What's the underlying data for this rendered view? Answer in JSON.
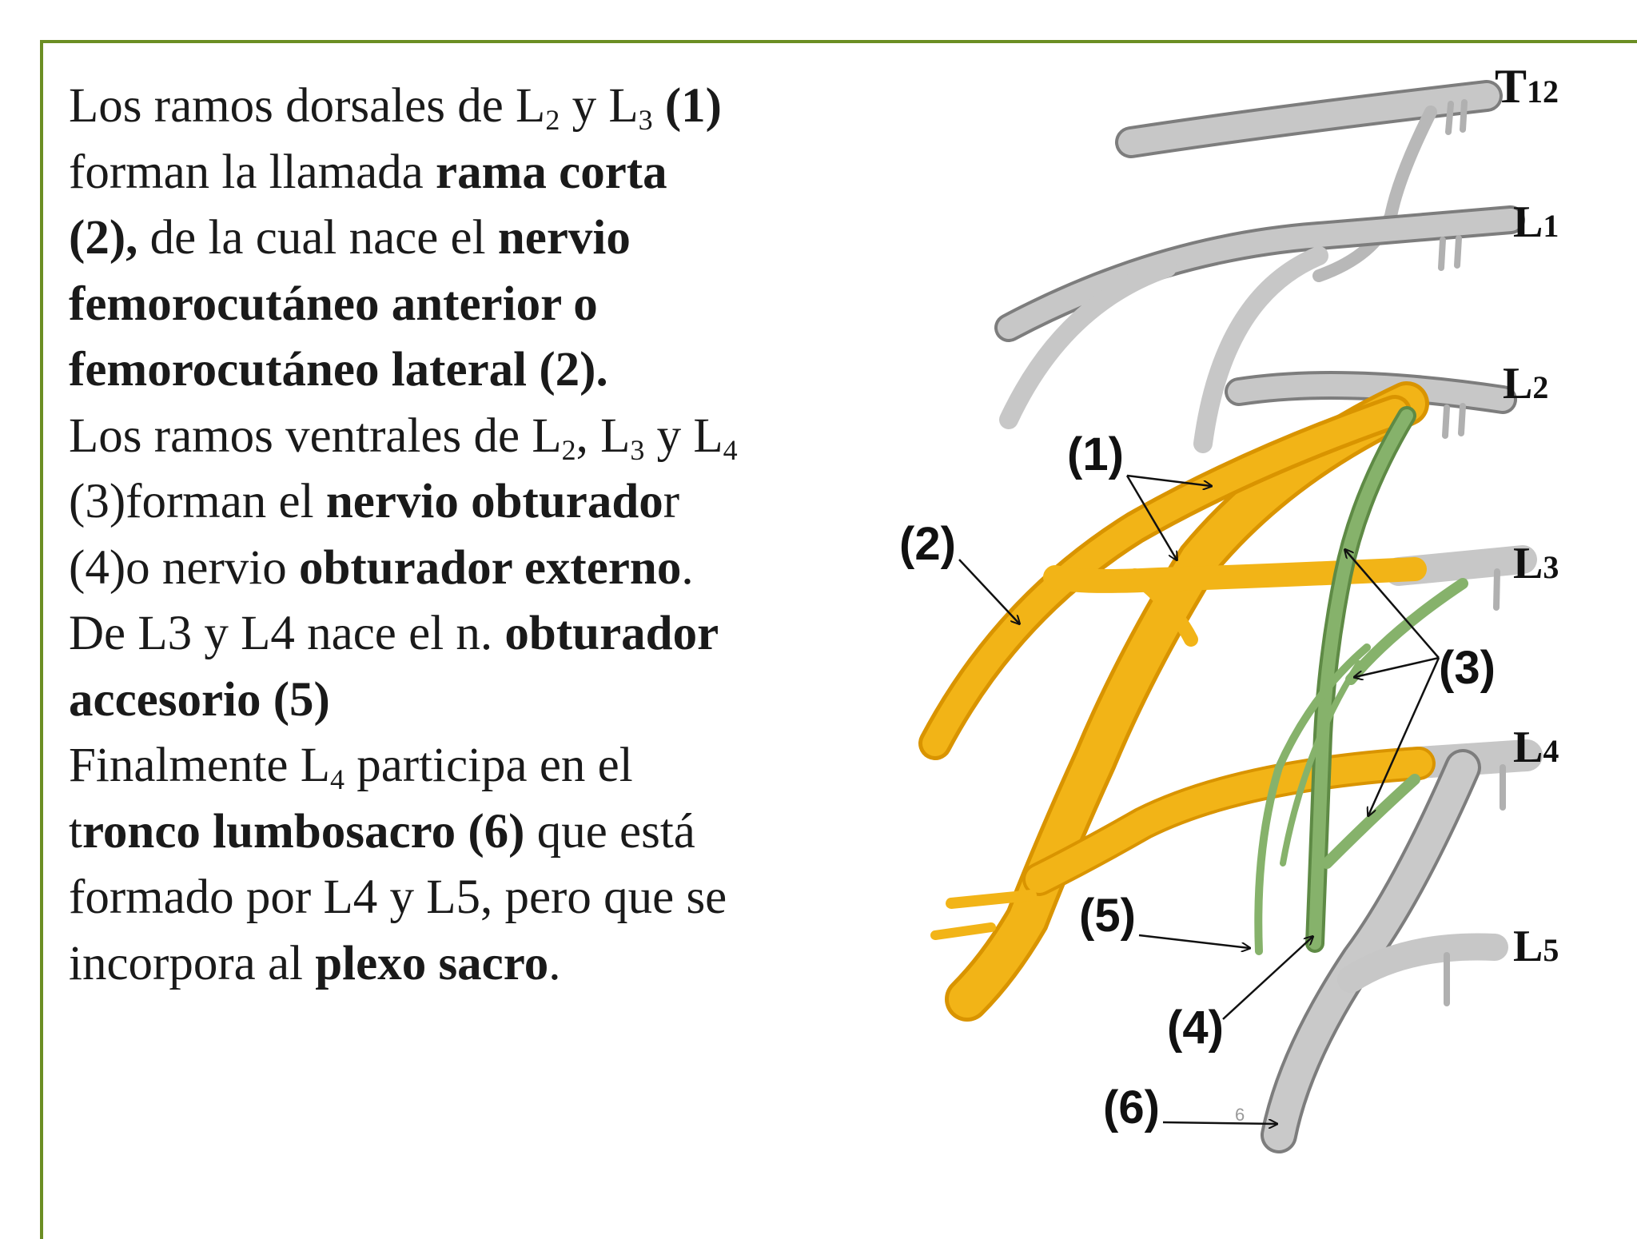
{
  "slide": {
    "paragraph_1": {
      "line1_a": "Los ramos dorsales de L",
      "line1_sub1": "2",
      "line1_b": " y L",
      "line1_sub2": "3",
      "line1_c": " ",
      "line1_bold": "(1)",
      "line2_a": "forman la llamada  ",
      "line2_bold": "rama corta",
      "line3_bold": "(2),",
      "line3_a": " de la cual nace el ",
      "line3_bold2": "nervio",
      "line4_bold": "femorocutáneo anterior o",
      "line5_bold": "femorocutáneo lateral (2)."
    },
    "paragraph_2": {
      "line1_a": "Los ramos ventrales de L",
      "line1_sub1": "2",
      "line1_b": ", L",
      "line1_sub2": "3",
      "line1_c": " y L",
      "line1_sub3": "4",
      "line2_a": "(3)forman el ",
      "line2_bold": "nervio obturado",
      "line2_b": "r",
      "line3_a": "(4)o  nervio  ",
      "line3_bold": "obturador  externo",
      "line3_b": ".",
      "line4_a": "De L3 y L4 nace el n. ",
      "line4_bold": "obturador",
      "line5_bold": "accesorio (5)"
    },
    "paragraph_3": {
      "line1_a": "Finalmente L",
      "line1_sub": "4",
      "line1_b": " participa en el",
      "line2_a": "t",
      "line2_bold": "ronco lumbosacro (6)",
      "line2_b": " que está",
      "line3_a": "formado por L4 y L5, pero que se",
      "line4_a": "incorpora al ",
      "line4_bold": "plexo sacro",
      "line4_b": "."
    },
    "page_number": "6"
  },
  "diagram": {
    "segments": {
      "t12": {
        "letter": "T",
        "number": "12"
      },
      "l1": {
        "letter": "L",
        "number": "1"
      },
      "l2": {
        "letter": "L",
        "number": "2"
      },
      "l3": {
        "letter": "L",
        "number": "3"
      },
      "l4": {
        "letter": "L",
        "number": "4"
      },
      "l5": {
        "letter": "L",
        "number": "5"
      }
    },
    "callouts": {
      "c1": "(1)",
      "c2": "(2)",
      "c3": "(3)",
      "c4": "(4)",
      "c5": "(5)",
      "c6": "(6)"
    },
    "colors": {
      "nerve_gray": "#bdbdbd",
      "nerve_yellow": "#f2b417",
      "nerve_green": "#7aa860",
      "frame_green": "#6b8e23"
    }
  }
}
